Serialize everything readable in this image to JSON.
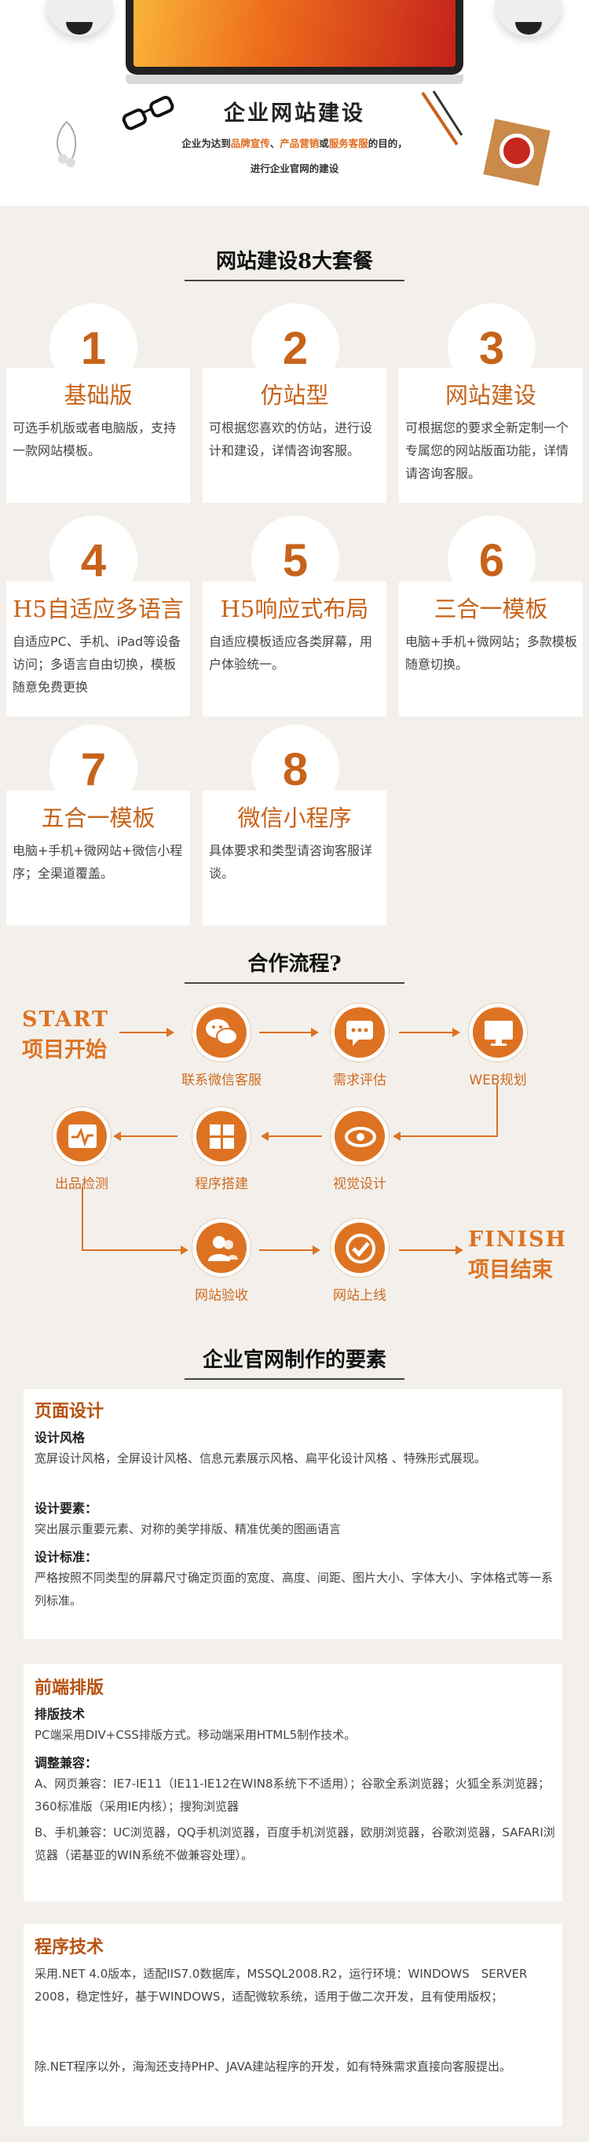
{
  "hero": {
    "title": "企业网站建设",
    "desc_prefix": "企业为达到",
    "desc_hl1": "品牌宣传",
    "desc_sep1": "、",
    "desc_hl2": "产品营销",
    "desc_sep2": "或",
    "desc_hl3": "服务客服",
    "desc_suffix": "的目的，",
    "desc_line2": "进行企业官网的建设"
  },
  "packages": {
    "title": "网站建设8大套餐",
    "items": [
      {
        "num": "1",
        "title": "基础版",
        "text": "可选手机版或者电脑版，支持一款网站模板。"
      },
      {
        "num": "2",
        "title": "仿站型",
        "text": "可根据您喜欢的仿站，进行设计和建设，详情咨询客服。"
      },
      {
        "num": "3",
        "title": "网站建设",
        "text": "可根据您的要求全新定制一个专属您的网站版面功能，详情请咨询客服。"
      },
      {
        "num": "4",
        "title": "H5自适应多语言",
        "text": "自适应PC、手机、iPad等设备访问；多语言自由切换，模板随意免费更换"
      },
      {
        "num": "5",
        "title": "H5响应式布局",
        "text": "自适应模板适应各类屏幕，用户体验统一。"
      },
      {
        "num": "6",
        "title": "三合一模板",
        "text": "电脑+手机+微网站；多款模板随意切换。"
      },
      {
        "num": "7",
        "title": "五合一模板",
        "text": "电脑+手机+微网站+微信小程序；全渠道覆盖。"
      },
      {
        "num": "8",
        "title": "微信小程序",
        "text": "具体要求和类型请咨询客服详谈。"
      }
    ]
  },
  "process": {
    "title": "合作流程?",
    "start_en": "START",
    "start_cn": "项目开始",
    "finish_en": "FINISH",
    "finish_cn": "项目结束",
    "steps": [
      {
        "label": "联系微信客服",
        "icon": "wechat-icon"
      },
      {
        "label": "需求评估",
        "icon": "chat-icon"
      },
      {
        "label": "WEB规划",
        "icon": "monitor-icon"
      },
      {
        "label": "视觉设计",
        "icon": "eye-icon"
      },
      {
        "label": "程序搭建",
        "icon": "windows-icon"
      },
      {
        "label": "出品检测",
        "icon": "pulse-icon"
      },
      {
        "label": "网站验收",
        "icon": "users-icon"
      },
      {
        "label": "网站上线",
        "icon": "check-icon"
      }
    ]
  },
  "elements": {
    "title": "企业官网制作的要素",
    "design": {
      "heading": "页面设计",
      "s1": "设计风格",
      "p1": "宽屏设计风格，全屏设计风格、信息元素展示风格、扁平化设计风格 、特殊形式展现。",
      "s2": "设计要素：",
      "p2": "突出展示重要元素、对称的美学排版、精准优美的图画语言",
      "s3": "设计标准：",
      "p3": "严格按照不同类型的屏幕尺寸确定页面的宽度、高度、间距、图片大小、字体大小、字体格式等一系列标准。"
    },
    "frontend": {
      "heading": "前端排版",
      "s1": "排版技术",
      "p1": "PC端采用DIV+CSS排版方式。移动端采用HTML5制作技术。",
      "s2": "调整兼容：",
      "p2": "A、网页兼容：IE7-IE11（IE11-IE12在WIN8系统下不适用）；谷歌全系浏览器；火狐全系浏览器；360标准版（采用IE内核）；搜狗浏览器",
      "p3": "B、手机兼容：UC浏览器，QQ手机浏览器，百度手机浏览器，欧朋浏览器，谷歌浏览器，SAFARI浏览器（诺基亚的WIN系统不做兼容处理）。"
    },
    "program": {
      "heading": "程序技术",
      "p1": "采用.NET 4.0版本，适配IIS7.0数据库，MSSQL2008.R2，运行环境：WINDOWS　SERVER 2008，稳定性好，基于WINDOWS，适配微软系统，适用于做二次开发，且有使用版权；",
      "p2": "除.NET程序以外，海淘还支持PHP、JAVA建站程序的开发，如有特殊需求直接向客服提出。"
    }
  },
  "colors": {
    "accent": "#dd7322",
    "brand_text": "#c7631a",
    "background": "#f3f0ec"
  }
}
